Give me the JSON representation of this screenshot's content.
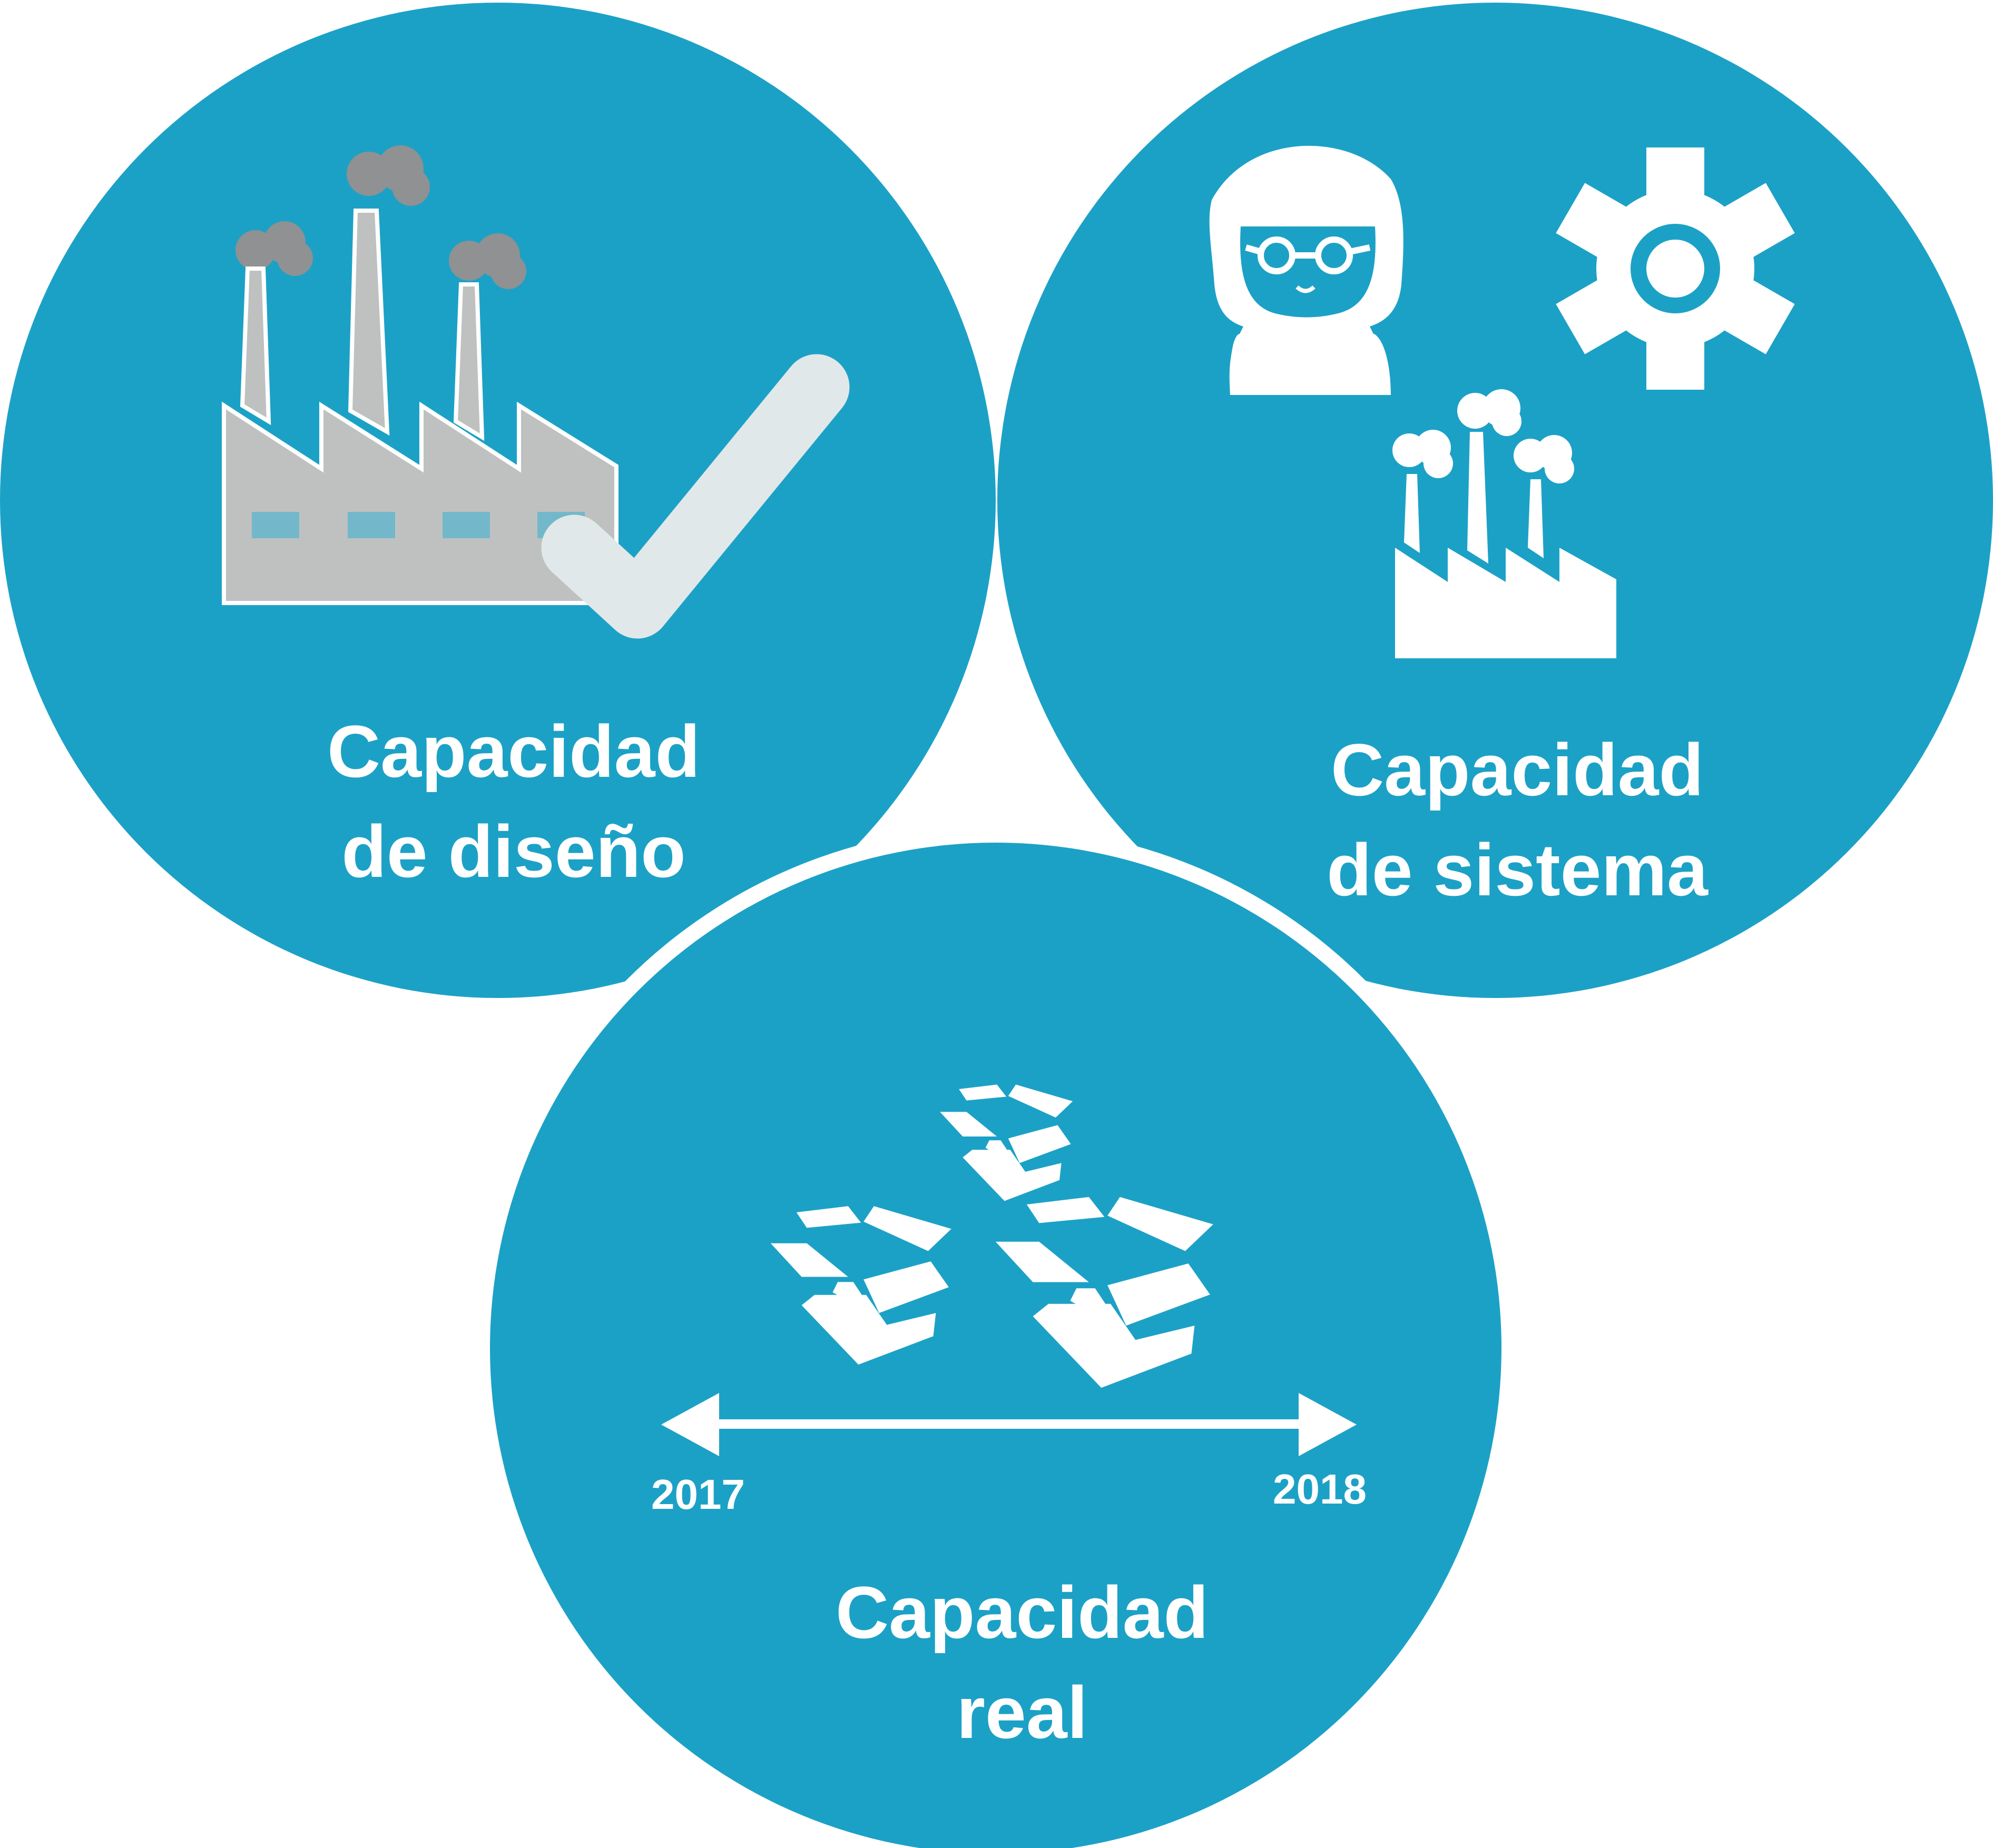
{
  "theme": {
    "circle_color": "#1ca1c6",
    "separator_color": "#ffffff",
    "factory_gray": "#bfc1c1",
    "smoke_gray": "#8f9192",
    "window_color": "#73b8ca",
    "check_color": "#e1e8ea"
  },
  "circles": {
    "design": {
      "label_line1": "Capacidad",
      "label_line2": "de diseño",
      "icons": [
        "factory-icon",
        "checkmark-icon"
      ]
    },
    "system": {
      "label_line1": "Capacidad",
      "label_line2": "de sistema",
      "icons": [
        "worker-icon",
        "gear-icon",
        "factory-icon"
      ]
    },
    "real": {
      "label_line1": "Capacidad",
      "label_line2": "real",
      "icons": [
        "open-box-icon",
        "open-box-icon",
        "open-box-icon",
        "double-arrow-icon"
      ],
      "timeline": {
        "start": "2017",
        "end": "2018"
      }
    }
  }
}
